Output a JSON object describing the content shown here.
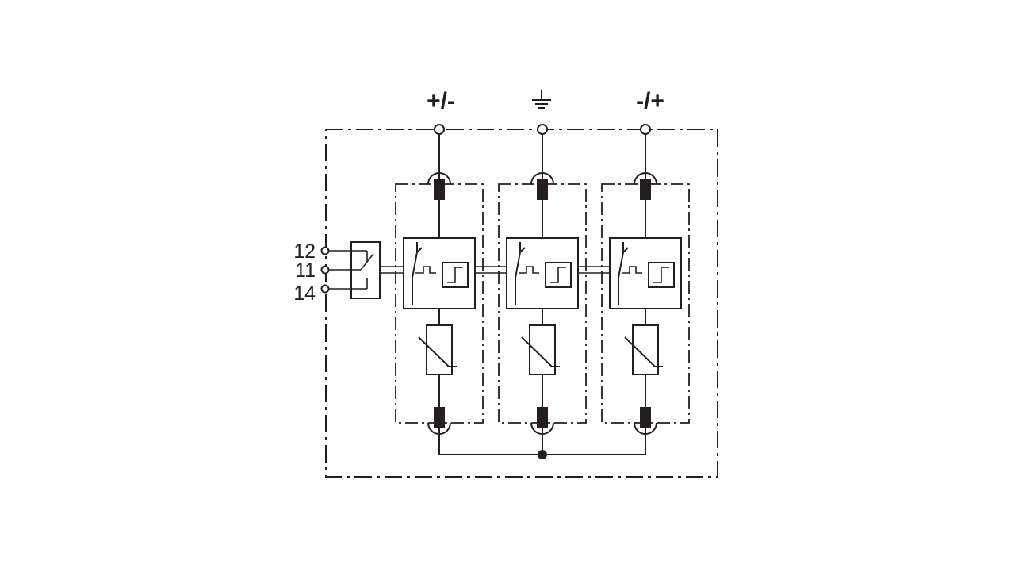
{
  "terminals": {
    "left": "+/-",
    "right": "-/+",
    "middle_icon": "ground-icon"
  },
  "aux_contacts": [
    "12",
    "11",
    "14"
  ],
  "modules": [
    {
      "id": "module-1",
      "components": [
        "fuse-icon",
        "disconnector-icon",
        "thermal-trip-icon",
        "varistor-icon",
        "fuse-icon"
      ]
    },
    {
      "id": "module-2",
      "components": [
        "fuse-icon",
        "disconnector-icon",
        "thermal-trip-icon",
        "varistor-icon",
        "fuse-icon"
      ]
    },
    {
      "id": "module-3",
      "components": [
        "fuse-icon",
        "disconnector-icon",
        "thermal-trip-icon",
        "varistor-icon",
        "fuse-icon"
      ]
    }
  ],
  "colors": {
    "line": "#231f20",
    "background": "#ffffff"
  }
}
